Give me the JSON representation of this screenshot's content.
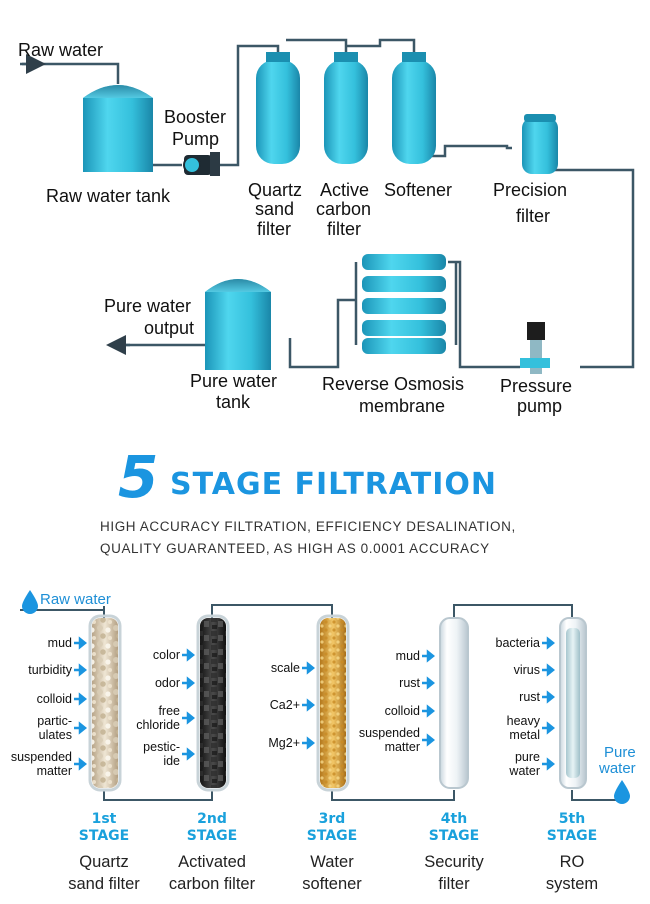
{
  "process": {
    "raw_water": "Raw water",
    "raw_water_tank": "Raw water tank",
    "booster_pump": [
      "Booster",
      "Pump"
    ],
    "quartz_sand_filter": [
      "Quartz",
      "sand",
      "filter"
    ],
    "active_carbon_filter": [
      "Active",
      "carbon",
      "filter"
    ],
    "softener": "Softener",
    "precision_filter": [
      "Precision",
      "filter"
    ],
    "pressure_pump": [
      "Pressure",
      "pump"
    ],
    "ro_membrane": [
      "Reverse Osmosis",
      "membrane"
    ],
    "pure_water_tank": [
      "Pure water",
      "tank"
    ],
    "pure_water_output": [
      "Pure water",
      "output"
    ]
  },
  "headline": {
    "number": "5",
    "text": "STAGE FILTRATION",
    "sub1": "HIGH ACCURACY FILTRATION, EFFICIENCY DESALINATION,",
    "sub2": "QUALITY GUARANTEED, AS HIGH AS 0.0001 ACCURACY"
  },
  "stages_section": {
    "raw_water": "Raw water",
    "pure_water": [
      "Pure",
      "water"
    ],
    "stage_word": "STAGE",
    "stages": [
      {
        "num": "1st",
        "name": [
          "Quartz",
          "sand filter"
        ],
        "items": [
          [
            "mud"
          ],
          [
            "turbidity"
          ],
          [
            "colloid"
          ],
          [
            "partic-",
            "ulates"
          ],
          [
            "suspended",
            "matter"
          ]
        ]
      },
      {
        "num": "2nd",
        "name": [
          "Activated",
          "carbon filter"
        ],
        "items": [
          [
            "color"
          ],
          [
            "odor"
          ],
          [
            "free",
            "chloride"
          ],
          [
            "pestic-",
            "ide"
          ]
        ]
      },
      {
        "num": "3rd",
        "name": [
          "Water",
          "softener"
        ],
        "items": [
          [
            "scale"
          ],
          [
            "Ca2+"
          ],
          [
            "Mg2+"
          ]
        ]
      },
      {
        "num": "4th",
        "name": [
          "Security",
          "filter"
        ],
        "items": [
          [
            "mud"
          ],
          [
            "rust"
          ],
          [
            "colloid"
          ],
          [
            "suspended",
            "matter"
          ]
        ]
      },
      {
        "num": "5th",
        "name": [
          "RO",
          "system"
        ],
        "items": [
          [
            "bacteria"
          ],
          [
            "virus"
          ],
          [
            "rust"
          ],
          [
            "heavy",
            "metal"
          ],
          [
            "pure",
            "water"
          ]
        ]
      }
    ]
  },
  "colors": {
    "accent": "#1b95e0",
    "pipe": "#3a5566",
    "tank": "#35c3de",
    "tank_dark": "#1b8fb0"
  }
}
